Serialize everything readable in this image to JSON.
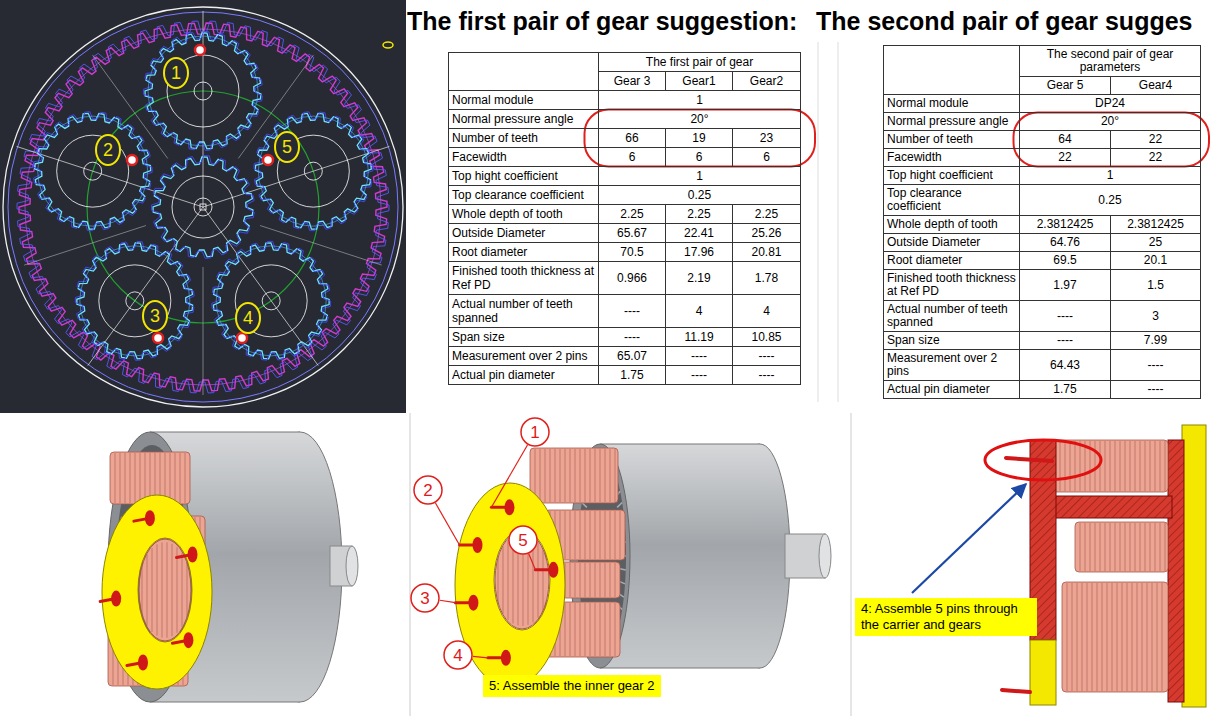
{
  "diagram": {
    "nodes": [
      {
        "text": [
          "5: Assemble the inner gear 2"
        ]
      },
      {
        "text": [
          "4: Assemble 5 pins through the carrier and gears"
        ]
      }
    ],
    "labels": [
      "The first pair of gear suggestion:",
      "The second pair of gear sugges",
      "1",
      "2",
      "5",
      "3",
      "4",
      "The first pair of gear",
      "Gear 3",
      "Gear1",
      "Gear2",
      "Normal module",
      "1",
      "Normal pressure angle",
      "20°",
      "Number of teeth",
      "66",
      "19",
      "23",
      "Facewidth",
      "6",
      "6",
      "6",
      "Top hight coefficient",
      "1",
      "Top clearance coefficient",
      "0.25",
      "Whole depth of tooth",
      "2.25",
      "2.25",
      "2.25",
      "Outside Diameter",
      "65.67",
      "22.41",
      "25.26",
      "Root diameter",
      "70.5",
      "17.96",
      "20.81",
      "Finished tooth thickness at Ref PD",
      "0.966",
      "2.19",
      "1.78",
      "Actual number of teeth spanned",
      "----",
      "4",
      "4",
      "Span size",
      "----",
      "11.19",
      "10.85",
      "Measurement over 2 pins",
      "65.07",
      "----",
      "----",
      "Actual pin diameter",
      "1.75",
      "----",
      "----",
      "The second pair of gear parameters",
      "Gear 5",
      "Gear4",
      "Normal module",
      "DP24",
      "Normal pressure angle",
      "20°",
      "Number of teeth",
      "64",
      "22",
      "Facewidth",
      "22",
      "22",
      "Top hight coefficient",
      "1",
      "Top clearance coefficient",
      "0.25",
      "Whole depth of tooth",
      "2.3812425",
      "2.3812425",
      "Outside Diameter",
      "64.76",
      "25",
      "Root diameter",
      "69.5",
      "20.1",
      "Finished tooth thickness at Ref PD",
      "1.97",
      "1.5",
      "Actual number of teeth spanned",
      "----",
      "3",
      "Span size",
      "----",
      "7.99",
      "Measurement over 2 pins",
      "64.43",
      "----",
      "Actual pin diameter",
      "1.75",
      "----",
      "1",
      "2",
      "3",
      "4",
      "5"
    ]
  }
}
